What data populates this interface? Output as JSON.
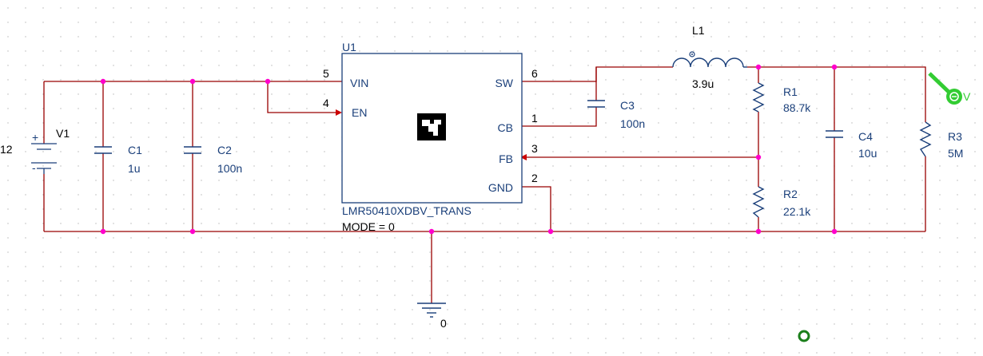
{
  "colors": {
    "wire": "#990000",
    "part": "#1a3f7a",
    "junction": "#ff00cc",
    "probe": "#33cc33",
    "arrow": "#cc0000",
    "grid": "#b7b7b7"
  },
  "v1": {
    "ref": "V1",
    "value": "12",
    "plus": "+",
    "minus": "-"
  },
  "c1": {
    "ref": "C1",
    "value": "1u"
  },
  "c2": {
    "ref": "C2",
    "value": "100n"
  },
  "c3": {
    "ref": "C3",
    "value": "100n"
  },
  "c4": {
    "ref": "C4",
    "value": "10u"
  },
  "l1": {
    "ref": "L1",
    "value": "3.9u"
  },
  "r1": {
    "ref": "R1",
    "value": "88.7k"
  },
  "r2": {
    "ref": "R2",
    "value": "22.1k"
  },
  "r3": {
    "ref": "R3",
    "value": "5M"
  },
  "u1": {
    "ref": "U1",
    "part": "LMR50410XDBV_TRANS",
    "param": "MODE = 0",
    "pins": {
      "vin": {
        "num": "5",
        "name": "VIN"
      },
      "en": {
        "num": "4",
        "name": "EN"
      },
      "sw": {
        "num": "6",
        "name": "SW"
      },
      "cb": {
        "num": "1",
        "name": "CB"
      },
      "fb": {
        "num": "3",
        "name": "FB"
      },
      "gnd": {
        "num": "2",
        "name": "GND"
      }
    }
  },
  "ground": {
    "label": "0"
  },
  "probe": {
    "letter": "V"
  }
}
